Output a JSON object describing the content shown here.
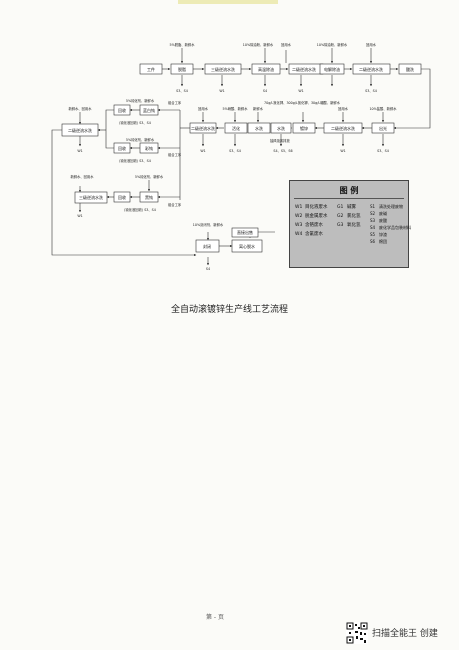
{
  "flow": {
    "row1": {
      "steps": [
        "工件",
        "脱脂",
        "三级逆流水洗",
        "高温除油",
        "二级逆流水洗",
        "电解除油",
        "二级逆流水洗",
        "酸洗"
      ],
      "inputs": [
        "5%脱脂、新鲜水",
        "10%除油粉、新鲜水",
        "回用水",
        "10%除油粉、新鲜水",
        "回用水"
      ],
      "outputs": [
        "S3、S4",
        "W1",
        "S4",
        "W1",
        "S3、S4"
      ]
    },
    "row2": {
      "steps": [
        "二级逆流水洗",
        "回收",
        "蓝白钝",
        "二级逆流水洗",
        "活化",
        "水洗",
        "水洗",
        "镀锌",
        "二级逆流水洗",
        "出光"
      ],
      "inputs": [
        "新鲜水、回用水",
        "5%钝化剂、新鲜水",
        "回用水",
        "5%硝酸、新鲜水",
        "新鲜水",
        "70g/L氯化钾、300g/L氯化钾、30g/L硼酸、新鲜水",
        "回用水",
        "10%盐酸、新鲜水"
      ],
      "outputs": [
        "W1",
        "S3、S4",
        "W1",
        "S3、S4",
        "W1",
        "S4、S5、S6",
        "W1",
        "S3、S4"
      ],
      "notes": [
        "烘干",
        "烘干",
        "抽风吸风排放"
      ],
      "side_notes": [
        "组合工序",
        "组合工序"
      ],
      "extra": [
        "5%钝化剂、新鲜水",
        "(钝化液回收) S3、S4",
        "回收",
        "彩钝",
        "(钝化液回收) S3、S4"
      ]
    },
    "row3": {
      "steps": [
        "三级逆流水洗",
        "回收",
        "黑钝"
      ],
      "inputs": [
        "新鲜水、回用水",
        "5%钝化剂、新鲜水"
      ],
      "outputs": [
        "W1",
        "(钝化液回收) S3、S4"
      ],
      "side_notes": [
        "组合工序"
      ]
    },
    "row4": {
      "steps": [
        "封闭",
        "离心脱水"
      ],
      "inputs": [
        "10%封闭剂、新鲜水"
      ],
      "outputs": [
        "S4"
      ],
      "notes": [
        "直接出售"
      ]
    }
  },
  "legend": {
    "title": "图 例",
    "col1": [
      [
        "W1",
        "目化液废水"
      ],
      [
        "W2",
        "脱金属废水"
      ],
      [
        "W3",
        "含铬废水"
      ],
      [
        "W4",
        "含氰废水"
      ]
    ],
    "col2": [
      [
        "G1",
        "碱雾"
      ],
      [
        "G2",
        "氯化氢"
      ],
      [
        "G3",
        "氧化氢"
      ]
    ],
    "col3": [
      [
        "S1",
        "清洗处理废物"
      ],
      [
        "S2",
        "废碱"
      ],
      [
        "S3",
        "废酸"
      ],
      [
        "S4",
        "废化学品包装材料"
      ],
      [
        "S5",
        "锌渣"
      ],
      [
        "S6",
        "棉团"
      ]
    ]
  },
  "caption": "全自动滚镀锌生产线工艺流程",
  "page_number": "第 - 页",
  "watermark": "扫描全能王 创建"
}
